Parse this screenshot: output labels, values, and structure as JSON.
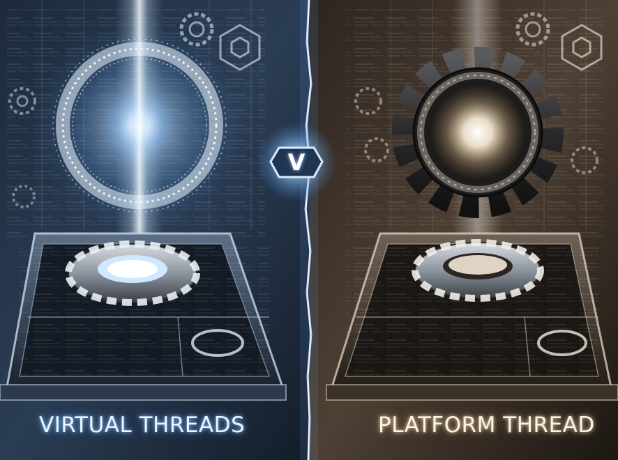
{
  "vs_label": "V",
  "left_panel": {
    "caption": "VIRTUAL THREADS",
    "accent": "#8cc8ff",
    "background": "#2a3a52"
  },
  "right_panel": {
    "caption": "PLATFORM THREAD",
    "accent": "#f0dcb4",
    "background": "#4a3c30"
  },
  "icons": [
    "glowing-ring-icon",
    "gear-icon",
    "hexagon-icon",
    "lightning-icon"
  ]
}
